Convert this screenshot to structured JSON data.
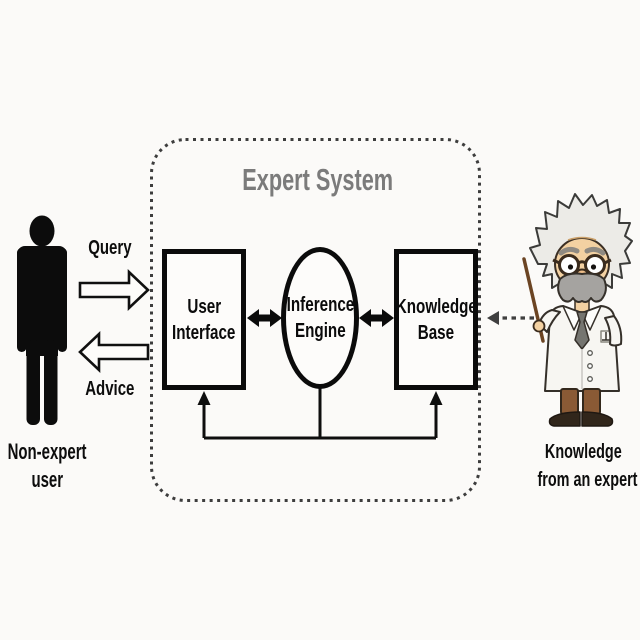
{
  "colors": {
    "background": "#fbfaf8",
    "outline": "#0b0b0b",
    "boundary_dash": "#3d3d3d",
    "title_gray": "#7b7b7b"
  },
  "diagram": {
    "title": "Expert System",
    "nodes": {
      "user_interface": {
        "line1": "User",
        "line2": "Interface"
      },
      "inference_engine": {
        "line1": "Inference",
        "line2": "Engine"
      },
      "knowledge_base": {
        "line1": "Knowledge",
        "line2": "Base"
      }
    },
    "labels": {
      "query": "Query",
      "advice": "Advice",
      "non_expert_line1": "Non-expert",
      "non_expert_line2": "user",
      "expert_line1": "Knowledge",
      "expert_line2": "from an expert"
    },
    "icons": {
      "person": "non-expert-user-silhouette",
      "expert": "einstein-expert-cartoon",
      "query_arrow": "hollow-right-arrow",
      "advice_arrow": "hollow-left-arrow",
      "coupling_arrows": "double-headed-arrow",
      "expert_input_arrow": "dashed-left-arrow"
    }
  }
}
